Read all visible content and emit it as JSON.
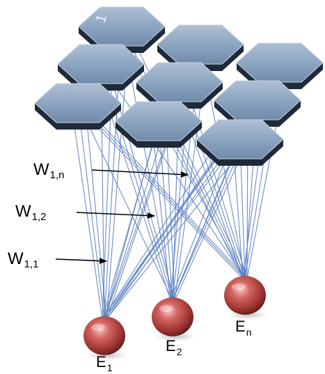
{
  "diagram": {
    "grid_cell_marker": "1",
    "weight_labels": [
      {
        "symbol": "W",
        "subscript": "1,n"
      },
      {
        "symbol": "W",
        "subscript": "1,2"
      },
      {
        "symbol": "W",
        "subscript": "1,1"
      }
    ],
    "input_nodes": [
      {
        "symbol": "E",
        "subscript": "1"
      },
      {
        "symbol": "E",
        "subscript": "2"
      },
      {
        "symbol": "E",
        "subscript": "n"
      }
    ],
    "colors": {
      "hex_top": "#8aa3bf",
      "hex_front": "#1e2a3a",
      "edge_line": "#5b7fbf",
      "node_red": "#c0504d",
      "arrow": "#000000"
    }
  }
}
